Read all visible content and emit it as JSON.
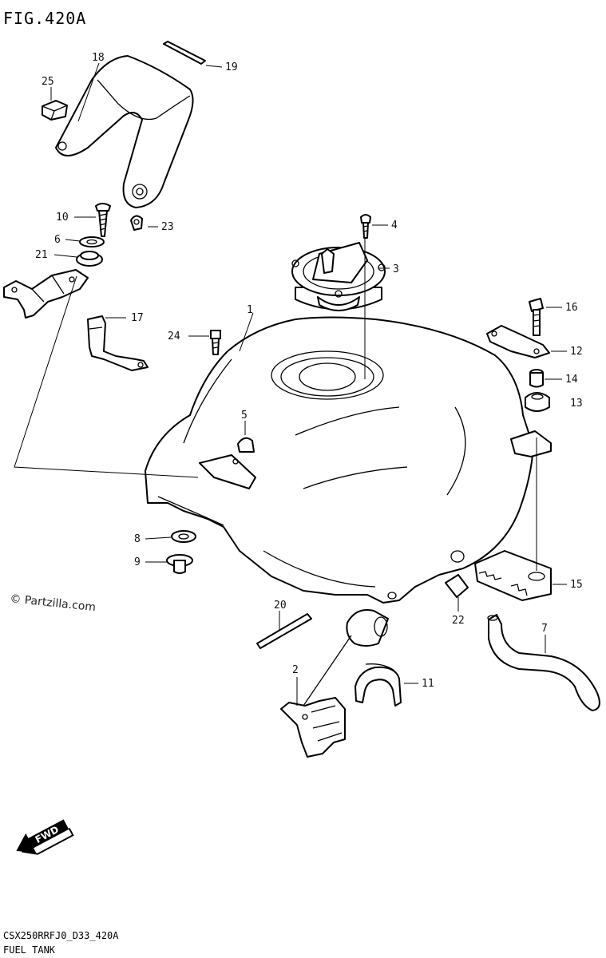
{
  "figure_title": "FIG.420A",
  "watermark": "© Partzilla.com",
  "direction_badge": "FWD",
  "footer": {
    "code": "CSX250RRFJ0_D33_420A",
    "name": "FUEL TANK"
  },
  "callouts": [
    {
      "id": "c1",
      "label": "1"
    },
    {
      "id": "c2",
      "label": "2"
    },
    {
      "id": "c3",
      "label": "3"
    },
    {
      "id": "c4",
      "label": "4"
    },
    {
      "id": "c5",
      "label": "5"
    },
    {
      "id": "c6",
      "label": "6"
    },
    {
      "id": "c7",
      "label": "7"
    },
    {
      "id": "c8",
      "label": "8"
    },
    {
      "id": "c9",
      "label": "9"
    },
    {
      "id": "c10",
      "label": "10"
    },
    {
      "id": "c11",
      "label": "11"
    },
    {
      "id": "c12",
      "label": "12"
    },
    {
      "id": "c13",
      "label": "13"
    },
    {
      "id": "c14",
      "label": "14"
    },
    {
      "id": "c15",
      "label": "15"
    },
    {
      "id": "c16",
      "label": "16"
    },
    {
      "id": "c17",
      "label": "17"
    },
    {
      "id": "c18",
      "label": "18"
    },
    {
      "id": "c19",
      "label": "19"
    },
    {
      "id": "c20",
      "label": "20"
    },
    {
      "id": "c21",
      "label": "21"
    },
    {
      "id": "c22",
      "label": "22"
    },
    {
      "id": "c23",
      "label": "23"
    },
    {
      "id": "c24",
      "label": "24"
    },
    {
      "id": "c25",
      "label": "25"
    }
  ]
}
